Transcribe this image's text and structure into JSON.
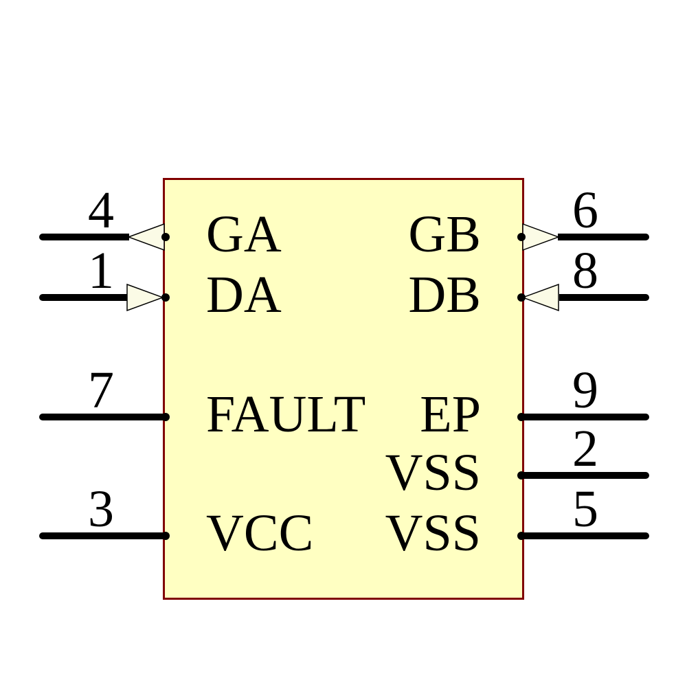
{
  "schematic": {
    "component": {
      "body_fill": "#FFFFC2",
      "body_border_color": "#800000",
      "wire_color": "#000000",
      "arrow_fill": "#FBFBE6",
      "text_color": "#000000",
      "left_pins": [
        {
          "number": "4",
          "label": "GA",
          "arrow": "left"
        },
        {
          "number": "1",
          "label": "DA",
          "arrow": "right"
        },
        {
          "number": "7",
          "label": "FAULT",
          "arrow": "none"
        },
        {
          "number": "3",
          "label": "VCC",
          "arrow": "none"
        }
      ],
      "right_pins": [
        {
          "number": "6",
          "label": "GB",
          "arrow": "right"
        },
        {
          "number": "8",
          "label": "DB",
          "arrow": "left"
        },
        {
          "number": "9",
          "label": "EP",
          "arrow": "none"
        },
        {
          "number": "2",
          "label": "VSS",
          "arrow": "none"
        },
        {
          "number": "5",
          "label": "VSS",
          "arrow": "none"
        }
      ]
    }
  }
}
